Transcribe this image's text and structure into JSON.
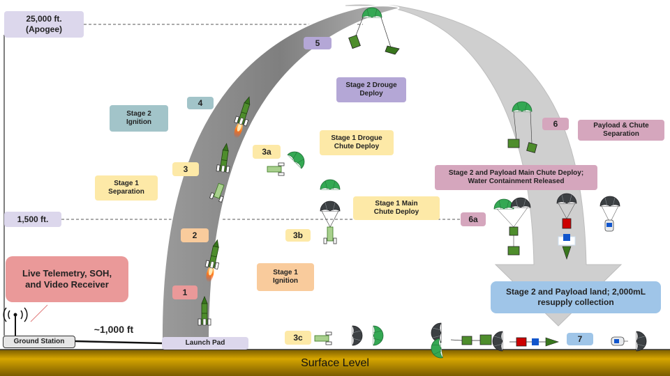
{
  "labels": {
    "apogee": "25,000 ft.\n(Apogee)",
    "altitude_1500": "1,500 ft.",
    "receiver": "Live Telemetry, SOH,\nand Video Receiver",
    "ground_station": "Ground Station",
    "distance": "~1,000 ft",
    "launch_pad": "Launch Pad",
    "surface": "Surface Level",
    "stage1_ignition": "Stage 1\nIgnition",
    "stage1_separation": "Stage 1\nSeparation",
    "stage2_ignition": "Stage 2\nIgnition",
    "stage2_drogue": "Stage 2 Drouge\nDeploy",
    "stage1_drogue": "Stage 1 Drogue\nChute Deploy",
    "stage1_main": "Stage 1 Main\nChute Deploy",
    "payload_chute_sep": "Payload & Chute\nSeparation",
    "stage2_main": "Stage 2 and Payload Main Chute Deploy;\nWater Containment Released",
    "landing": "Stage 2 and Payload land; 2,000mL\nresupply collection"
  },
  "steps": {
    "s1": "1",
    "s2": "2",
    "s3": "3",
    "s3a": "3a",
    "s3b": "3b",
    "s3c": "3c",
    "s4": "4",
    "s5": "5",
    "s6": "6",
    "s6a": "6a",
    "s7": "7"
  },
  "colors": {
    "surface_top": "#f1c232",
    "surface_mid": "#bf9000",
    "arc_dark": "#8c8c8c",
    "arc_light": "#cccccc",
    "rocket": "#38761d",
    "chute_green": "#34a853",
    "chute_dark": "#3c4043"
  }
}
